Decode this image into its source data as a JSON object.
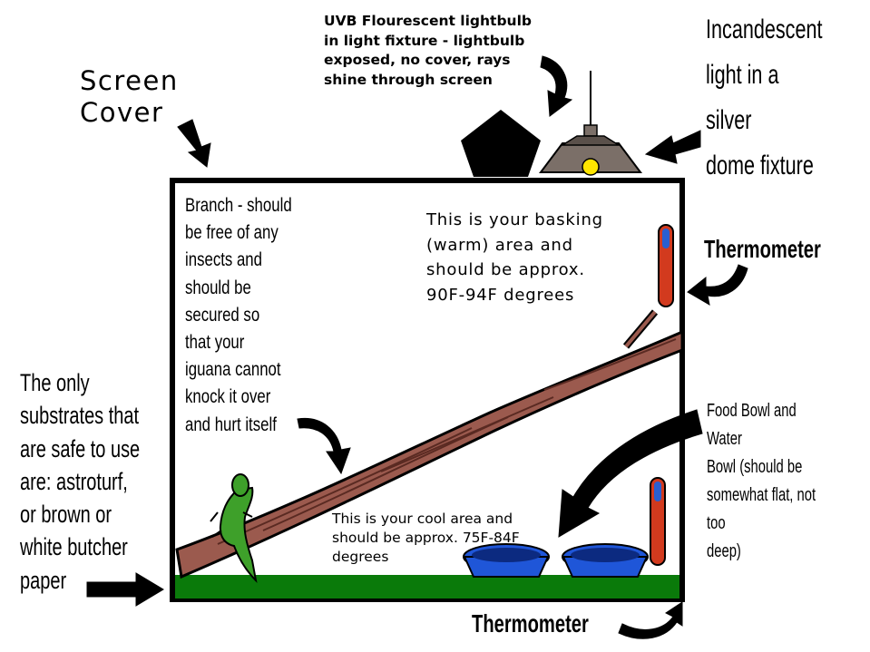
{
  "labels": {
    "screen_cover": "Screen\nCover",
    "uvb_bulb": "UVB Flourescent lightbulb\nin light fixture - lightbulb\nexposed, no cover, rays\nshine through screen",
    "incandescent": "Incandescent\nlight in a silver\ndome fixture",
    "branch_note": "Branch - should\nbe free of any\ninsects and\nshould be\nsecured so\nthat your\niguana cannot\nknock it over\nand hurt itself",
    "basking_area": "This is your basking\n(warm) area and\nshould be approx.\n90F-94F degrees",
    "thermometer_top": "Thermometer",
    "substrates": "The only\nsubstrates that\nare safe to use\nare:  astroturf,\nor brown or\nwhite butcher\npaper",
    "food_bowl": "Food Bowl and Water\nBowl (should be\nsomewhat flat, not too\ndeep)",
    "cool_area": "This is your cool area and\nshould be approx. 75F-84F\ndegrees",
    "thermometer_bottom": "Thermometer"
  },
  "colors": {
    "outline": "#000000",
    "substrate_green": "#0a7a0a",
    "branch_brown": "#9b5a4e",
    "branch_dark": "#5a2a22",
    "bowl_blue": "#1f56d8",
    "bowl_dark": "#0c2a80",
    "thermometer_red": "#d23a1e",
    "thermometer_blue": "#2a5fd0",
    "lamp_gray": "#7b6f68",
    "bulb_yellow": "#ffe600",
    "iguana_green": "#3ea02a"
  }
}
